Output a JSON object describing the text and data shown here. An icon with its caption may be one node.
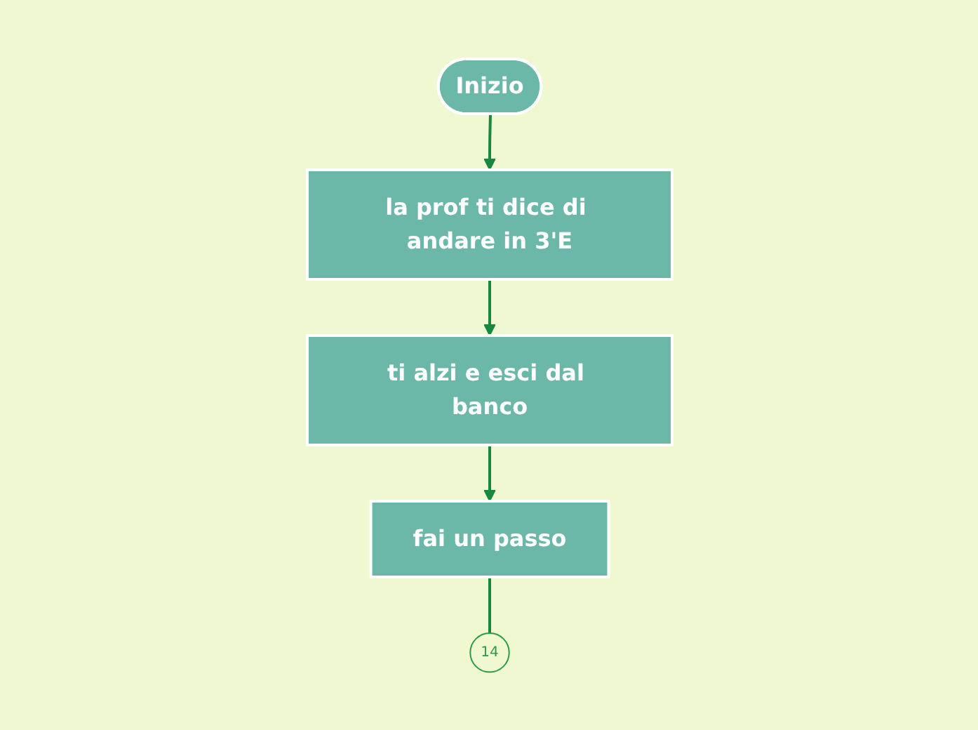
{
  "diagram": {
    "nodes": [
      {
        "text": [
          "Inizio"
        ]
      },
      {
        "text": [
          "la prof ti dice di andare in 3'E"
        ]
      },
      {
        "text": [
          "ti alzi e esci dal banco"
        ]
      },
      {
        "text": [
          "fai un passo"
        ]
      },
      {
        "text": [
          "14"
        ]
      }
    ],
    "edges": [
      {
        "from": 0,
        "to": 1,
        "arrow": "to"
      },
      {
        "from": 1,
        "to": 2,
        "arrow": "to"
      },
      {
        "from": 2,
        "to": 3,
        "arrow": "to"
      },
      {
        "from": 3,
        "to": 4,
        "arrow": "none"
      }
    ]
  }
}
